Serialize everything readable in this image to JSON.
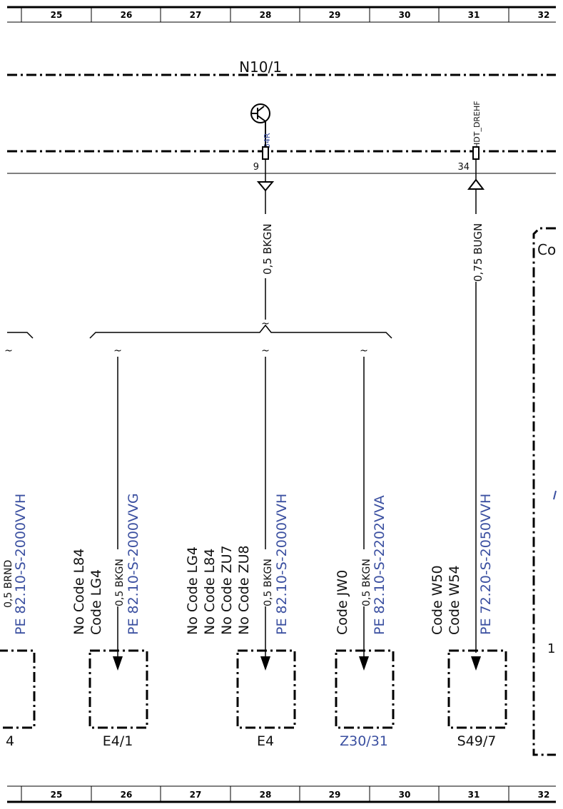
{
  "ruler": {
    "columns": [
      "25",
      "26",
      "27",
      "28",
      "29",
      "30",
      "31",
      "32"
    ]
  },
  "module": {
    "name": "N10/1"
  },
  "pins": [
    {
      "number": "9",
      "signal": "54R"
    },
    {
      "number": "34",
      "signal": "HDT_DREHF"
    }
  ],
  "main_wires": [
    {
      "label": "0,5 BKGN"
    },
    {
      "label": "0,75 BUGN"
    }
  ],
  "branches": [
    {
      "component": "4",
      "wire": "0,5 BRND",
      "ref": "PE 82.10-S-2000VVH",
      "codes": []
    },
    {
      "component": "E4/1",
      "wire": "0,5 BKGN",
      "ref": "PE 82.10-S-2000VVG",
      "codes": [
        "No Code L84",
        "Code LG4"
      ]
    },
    {
      "component": "E4",
      "wire": "0,5 BKGN",
      "ref": "PE 82.10-S-2000VVH",
      "codes": [
        "No Code LG4",
        "No Code L84",
        "No Code ZU7",
        "No Code ZU8"
      ]
    },
    {
      "component": "Z30/31",
      "wire": "0,5 BKGN",
      "ref": "PE 82.10-S-2202VVA",
      "codes": [
        "Code JW0"
      ]
    },
    {
      "component": "S49/7",
      "wire": "",
      "ref": "PE 72.20-S-2050VVH",
      "codes": [
        "Code W50",
        "Code W54"
      ]
    }
  ],
  "right_box": {
    "label": "Co",
    "pin": "1"
  },
  "colors": {
    "link": "#3a4fa0",
    "line": "#000000"
  }
}
